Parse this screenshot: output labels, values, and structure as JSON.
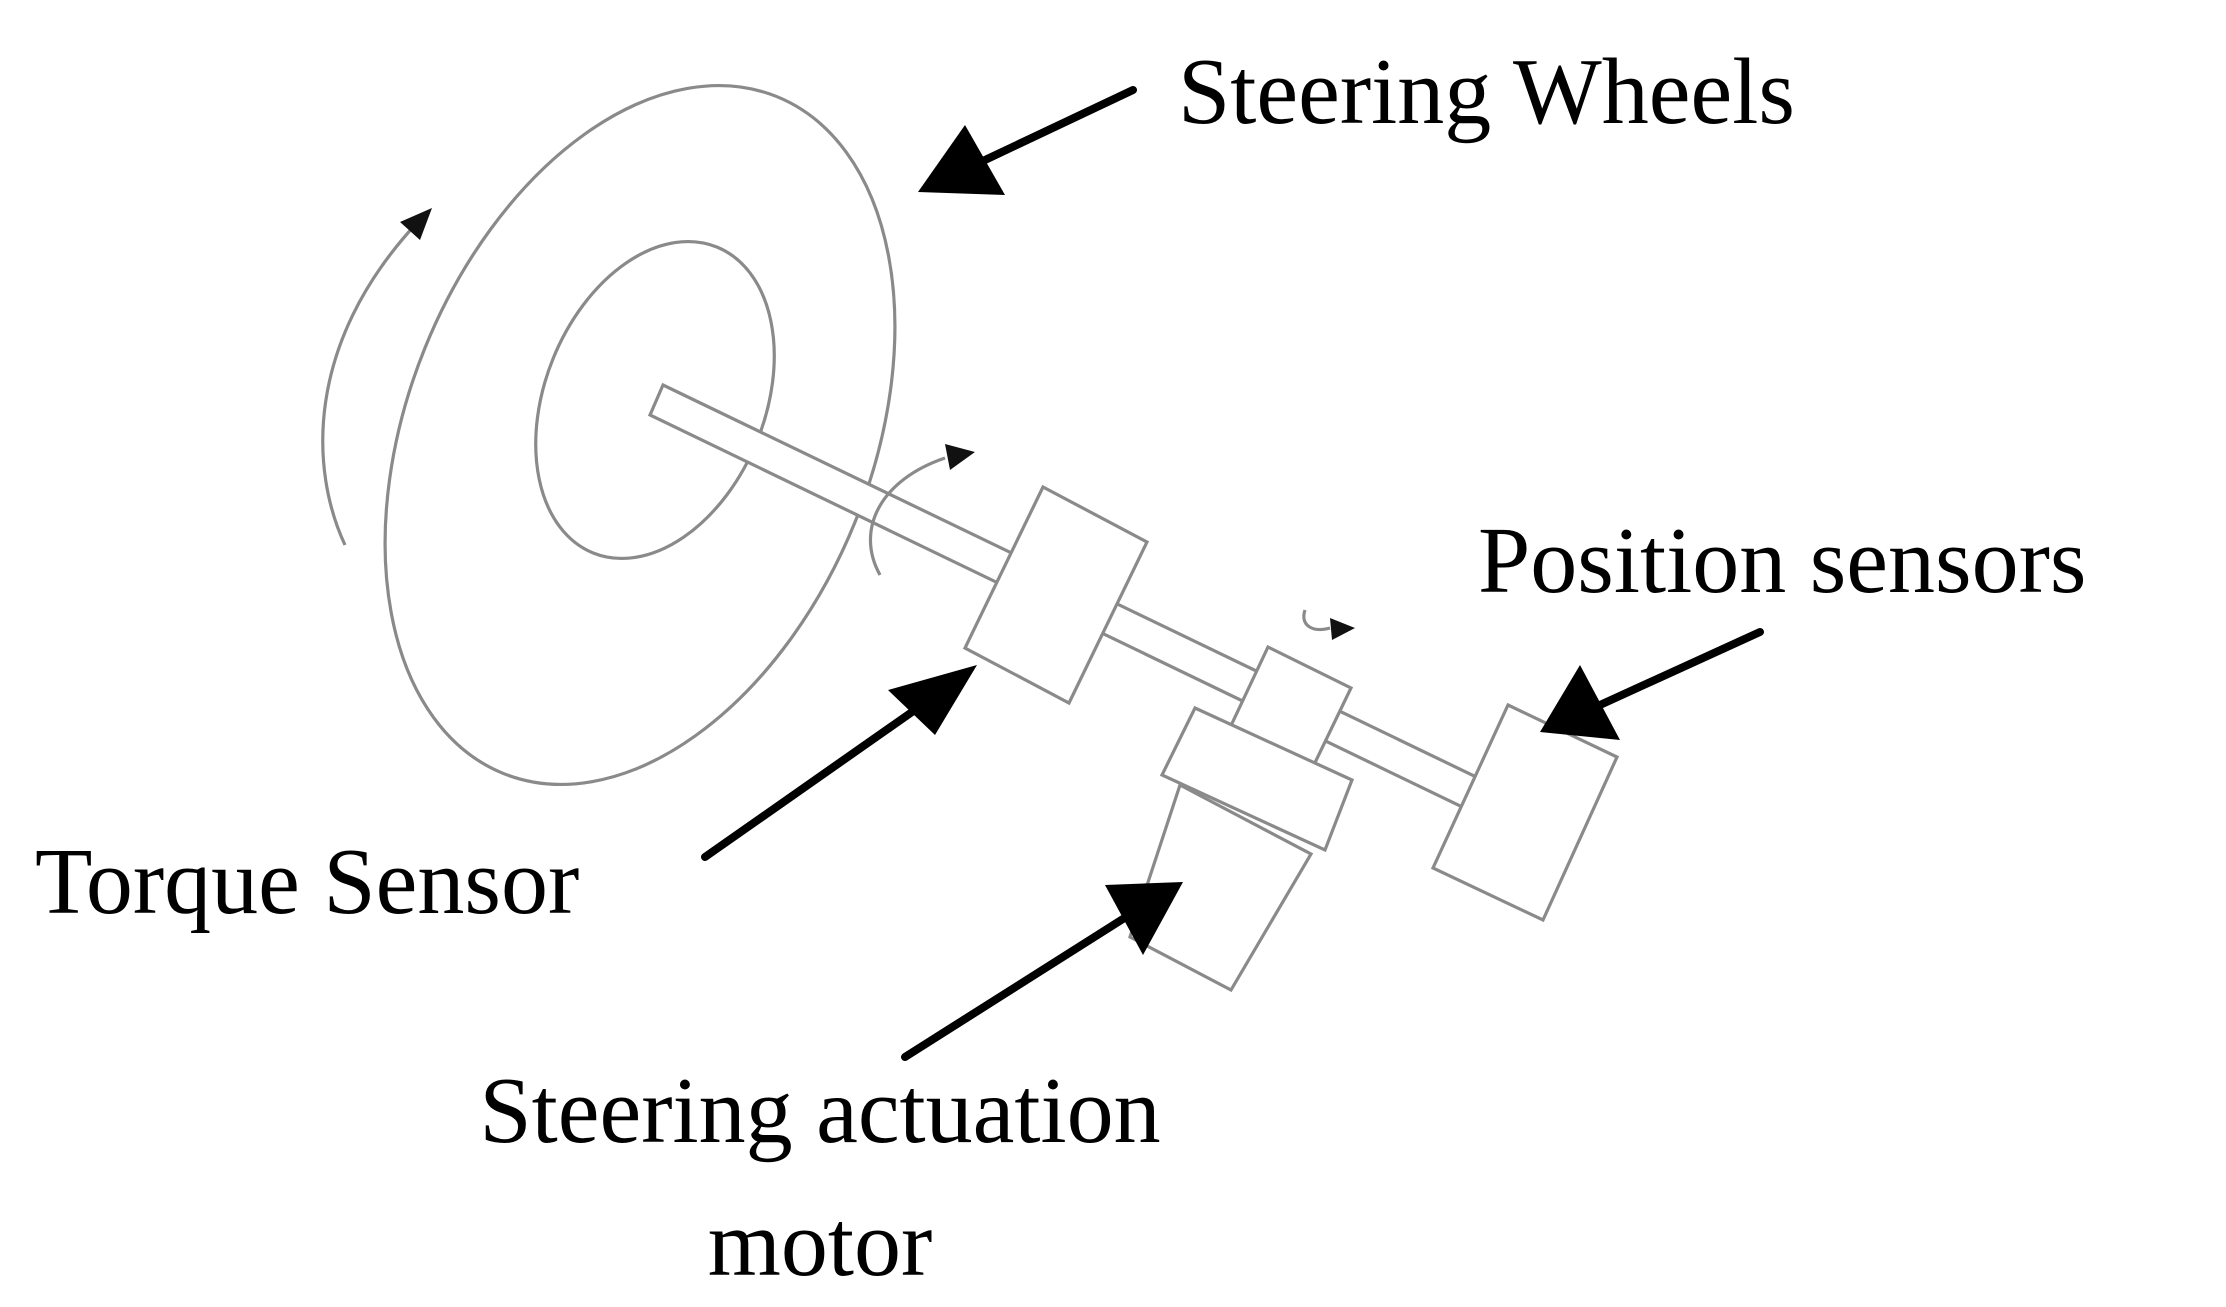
{
  "labels": {
    "steering_wheels": "Steering Wheels",
    "position_sensors": "Position sensors",
    "torque_sensor": "Torque Sensor",
    "actuation_motor_line1": "Steering actuation",
    "actuation_motor_line2": "motor"
  },
  "icons": [
    "steering-wheel",
    "shaft",
    "torque-sensor-block",
    "position-sensor-block",
    "actuation-motor-block",
    "rotation-arrow",
    "pointer-arrow"
  ],
  "colors": {
    "sketch": "#8a8a8a",
    "pointer": "#000000",
    "background": "#ffffff"
  }
}
